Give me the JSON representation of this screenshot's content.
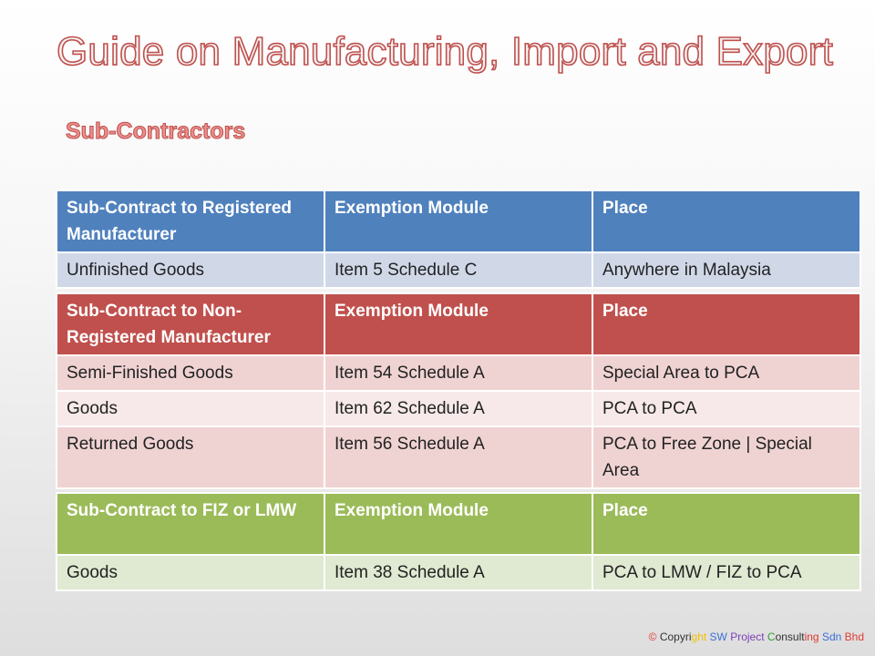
{
  "title": "Guide on Manufacturing, Import and Export",
  "subtitle": "Sub-Contractors",
  "tables": [
    {
      "header": [
        "Sub-Contract to Registered Manufacturer",
        "Exemption Module",
        "Place"
      ],
      "rows": [
        [
          "Unfinished Goods",
          "Item 5 Schedule C",
          "Anywhere in Malaysia"
        ]
      ]
    },
    {
      "header": [
        "Sub-Contract to Non-Registered Manufacturer",
        "Exemption Module",
        "Place"
      ],
      "rows": [
        [
          "Semi-Finished Goods",
          "Item 54 Schedule A",
          "Special Area to PCA"
        ],
        [
          "Goods",
          "Item 62 Schedule A",
          "PCA to PCA"
        ],
        [
          "Returned Goods",
          "Item 56 Schedule A",
          "PCA to Free Zone | Special Area"
        ]
      ]
    },
    {
      "header": [
        "Sub-Contract to FIZ or LMW",
        "Exemption Module",
        "Place"
      ],
      "rows": [
        [
          "Goods",
          "Item 38 Schedule A",
          "PCA to LMW / FIZ to PCA"
        ]
      ]
    }
  ],
  "copyright": {
    "symbol": "©",
    "segments": [
      {
        "text": " Copyri",
        "color": "#333333"
      },
      {
        "text": "ght ",
        "color": "#f2c200"
      },
      {
        "text": "SW ",
        "color": "#3a6fd8"
      },
      {
        "text": "Project ",
        "color": "#7a3fb5"
      },
      {
        "text": "C",
        "color": "#2f9e2f"
      },
      {
        "text": "onsult",
        "color": "#333333"
      },
      {
        "text": "ing ",
        "color": "#e03a2f"
      },
      {
        "text": "Sdn ",
        "color": "#3a6fd8"
      },
      {
        "text": "Bhd",
        "color": "#e03a2f"
      }
    ],
    "symbol_color": "#e03a2f"
  }
}
